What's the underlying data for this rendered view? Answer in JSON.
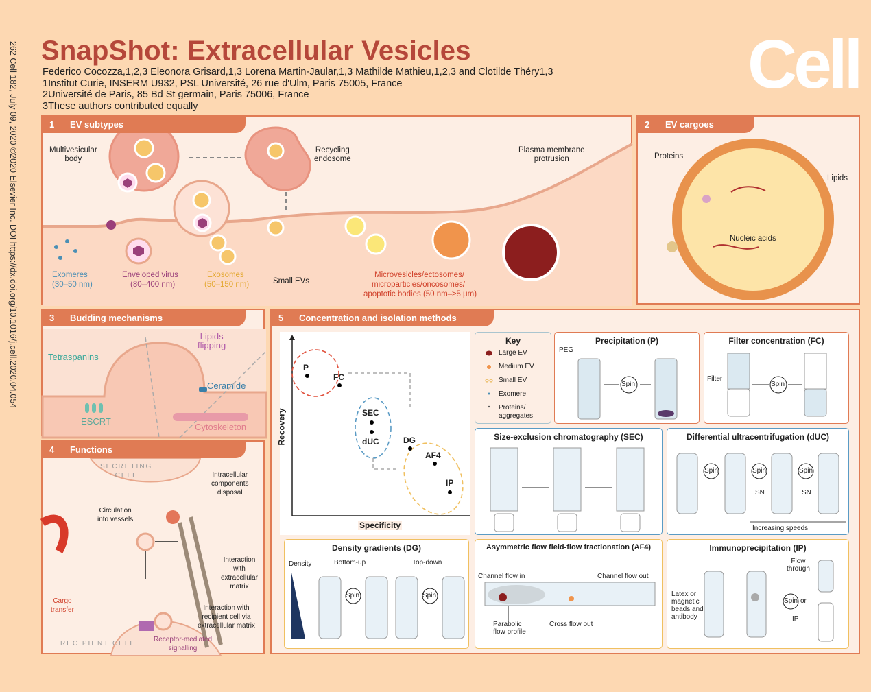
{
  "side_text": "262   Cell 182, July 09, 2020 ©2020 Elsevier Inc.    DOI https://dx.doi.org/10.1016/j.cell.2020.04.054",
  "title": "SnapShot: Extracellular Vesicles",
  "authors": "Federico Cocozza,1,2,3 Eleonora Grisard,1,3 Lorena Martin-Jaular,1,3 Mathilde Mathieu,1,2,3 and Clotilde Théry1,3",
  "affiliations": [
    "1Institut Curie, INSERM U932, PSL Université, 26 rue d'Ulm, Paris 75005, France",
    "2Université de Paris, 85 Bd St germain, Paris 75006, France",
    "3These authors contributed equally"
  ],
  "logo": "Cell",
  "panel1": {
    "num": "1",
    "title": "EV subtypes",
    "mvb": "Multivesicular\nbody",
    "recycling": "Recycling\nendosome",
    "plasma": "Plasma membrane\nprotrusion",
    "exomeres": "Exomeres",
    "exomeres_size": "(30–50 nm)",
    "virus": "Enveloped virus",
    "virus_size": "(80–400 nm)",
    "exosomes": "Exosomes",
    "exosomes_size": "(50–150 nm)",
    "small_evs": "Small EVs",
    "micro1": "Microvesicles/ectosomes/",
    "micro2": "microparticles/oncosomes/",
    "micro3": "apoptotic bodies (50 nm–≥5 μm)",
    "colors": {
      "exomere": "#4a8fb5",
      "virus": "#9a3f7a",
      "exosome": "#e3a830",
      "micro": "#d0402a"
    }
  },
  "panel2": {
    "num": "2",
    "title": "EV cargoes",
    "proteins": "Proteins",
    "lipids": "Lipids",
    "nucleic": "Nucleic acids"
  },
  "panel3": {
    "num": "3",
    "title": "Budding mechanisms",
    "tetraspanins": "Tetraspanins",
    "lipids_flipping": "Lipids\nflipping",
    "ceramide": "Ceramide",
    "escrt": "ESCRT",
    "cytoskeleton": "Cytoskeleton"
  },
  "panel4": {
    "num": "4",
    "title": "Functions",
    "secreting": "SECRETING\nCELL",
    "intracellular": "Intracellular\ncomponents\ndisposal",
    "circulation": "Circulation\ninto vessels",
    "ecm": "Interaction\nwith\nextracellular\nmatrix",
    "cargo": "Cargo\ntransfer",
    "recipient_ecm": "Interaction with\nrecipient cell via\nextracellular matrix",
    "recipient": "RECIPIENT CELL",
    "receptor": "Receptor-mediated\nsignalling"
  },
  "panel5": {
    "num": "5",
    "title": "Concentration and isolation methods",
    "ylabel": "Recovery",
    "xlabel": "Specificity",
    "points": [
      "P",
      "FC",
      "SEC",
      "dUC",
      "DG",
      "AF4",
      "IP"
    ],
    "key": {
      "title": "Key",
      "items": [
        "Large EV",
        "Medium EV",
        "Small EV",
        "Exomere",
        "Proteins/\naggregates"
      ]
    },
    "precip": {
      "title": "Precipitation (P)",
      "peg": "PEG",
      "spin": "Spin"
    },
    "filter": {
      "title": "Filter concentration (FC)",
      "filter": "Filter",
      "spin": "Spin"
    },
    "sec": {
      "title": "Size-exclusion chromatography (SEC)"
    },
    "duc": {
      "title": "Differential ultracentrifugation (dUC)",
      "spin": "Spin",
      "sn": "SN",
      "speeds": "Increasing speeds"
    },
    "dg": {
      "title": "Density gradients (DG)",
      "density": "Density",
      "bottom": "Bottom-up",
      "top": "Top-down",
      "spin": "Spin"
    },
    "af4": {
      "title": "Asymmetric flow field-flow fractionation (AF4)",
      "in": "Channel flow in",
      "out": "Channel flow out",
      "parabolic": "Parabolic\nflow profile",
      "cross": "Cross flow out"
    },
    "ip": {
      "title": "Immunoprecipitation (IP)",
      "latex": "Latex or\nmagnetic\nbeads and\nantibody",
      "flow": "Flow\nthrough",
      "spin": "Spin",
      "or": "or",
      "ip": "IP"
    }
  }
}
